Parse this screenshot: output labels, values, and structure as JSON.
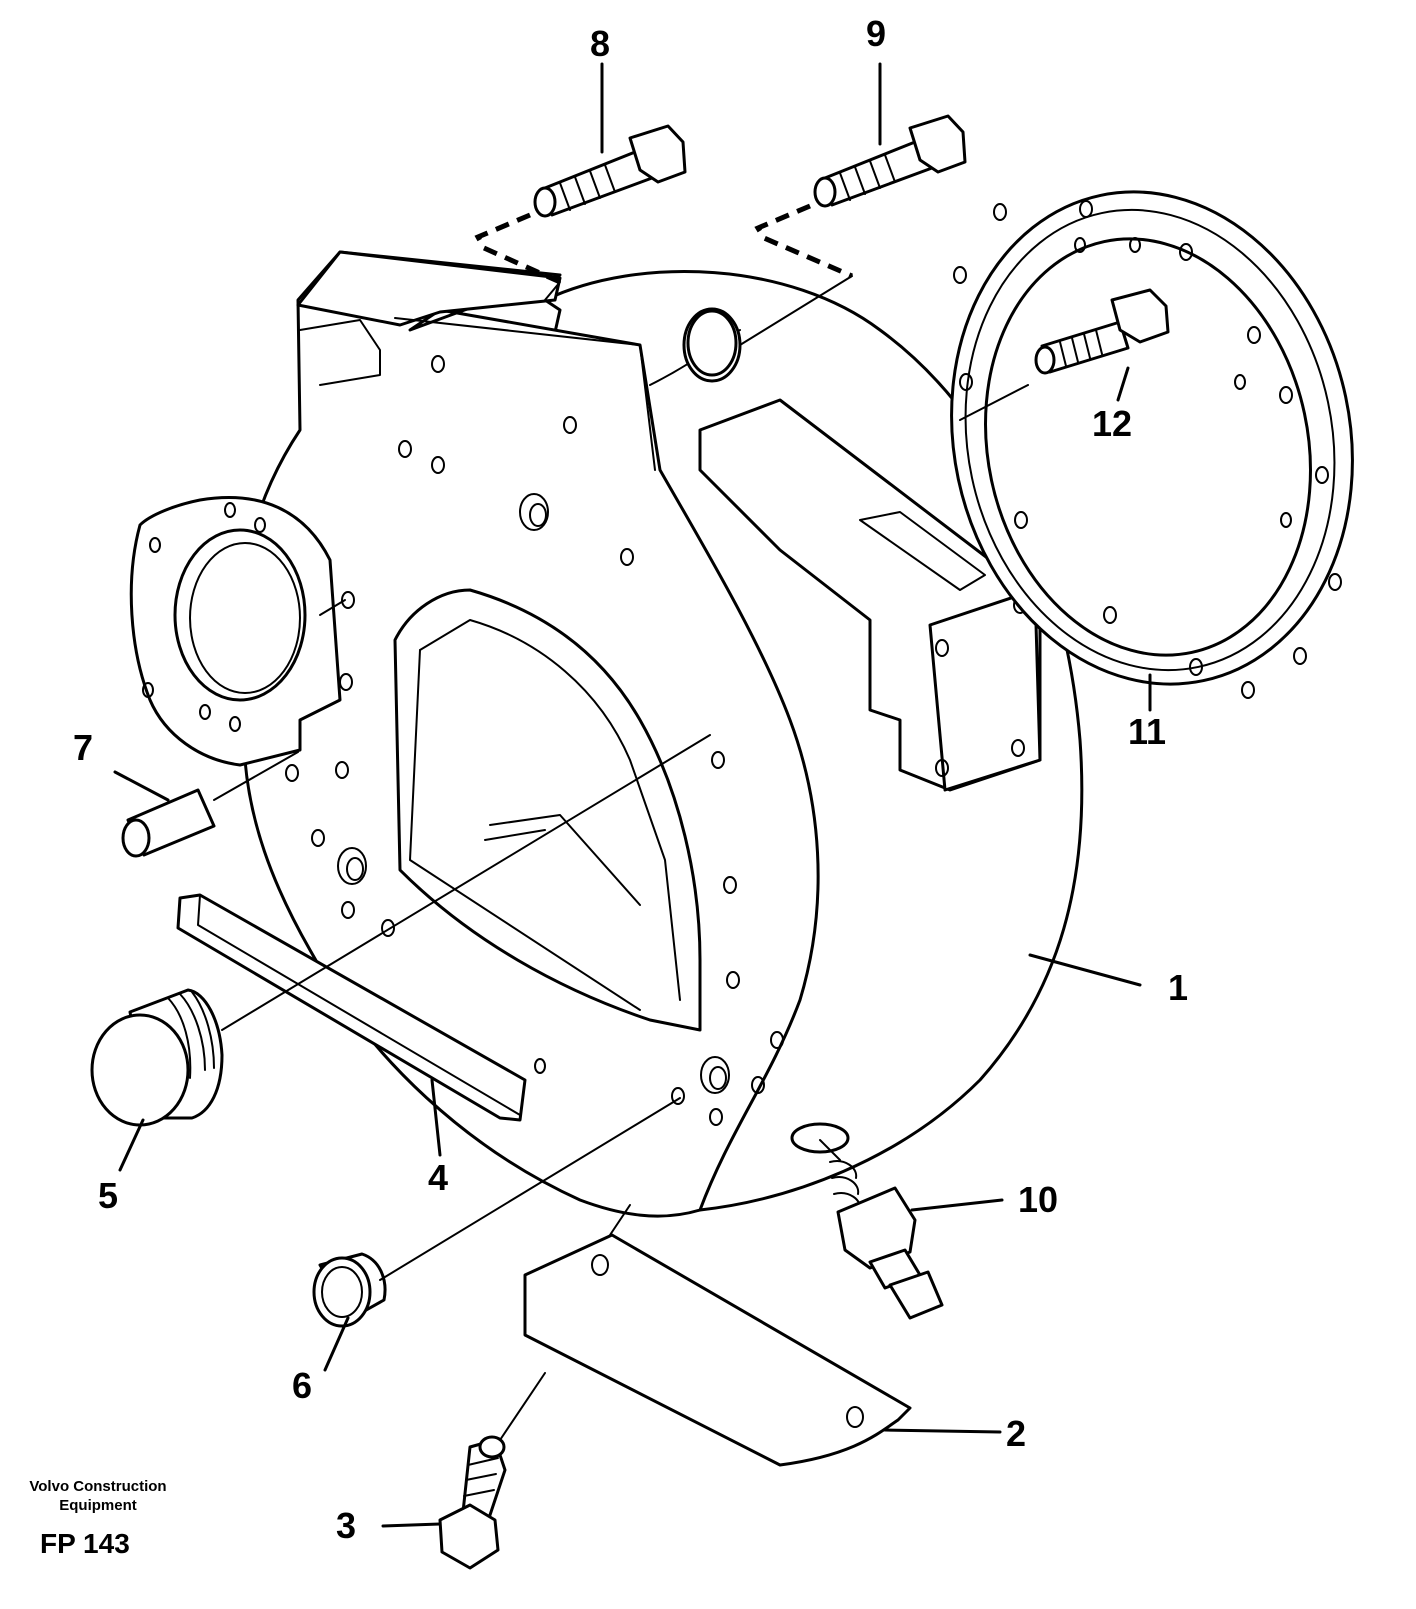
{
  "callouts": {
    "c1": "1",
    "c2": "2",
    "c3": "3",
    "c4": "4",
    "c5": "5",
    "c6": "6",
    "c7": "7",
    "c8": "8",
    "c9": "9",
    "c10": "10",
    "c11": "11",
    "c12": "12"
  },
  "publisher": {
    "line1": "Volvo Construction",
    "line2": "Equipment"
  },
  "figure_code": "FP 143"
}
